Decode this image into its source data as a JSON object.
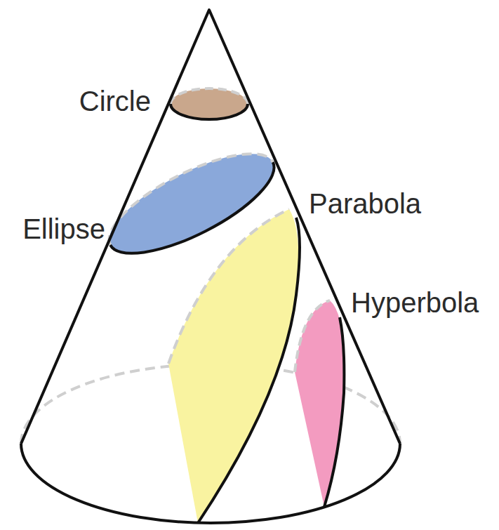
{
  "diagram": {
    "labels": [
      "Circle",
      "Ellipse",
      "Parabola",
      "Hyperbola"
    ]
  }
}
